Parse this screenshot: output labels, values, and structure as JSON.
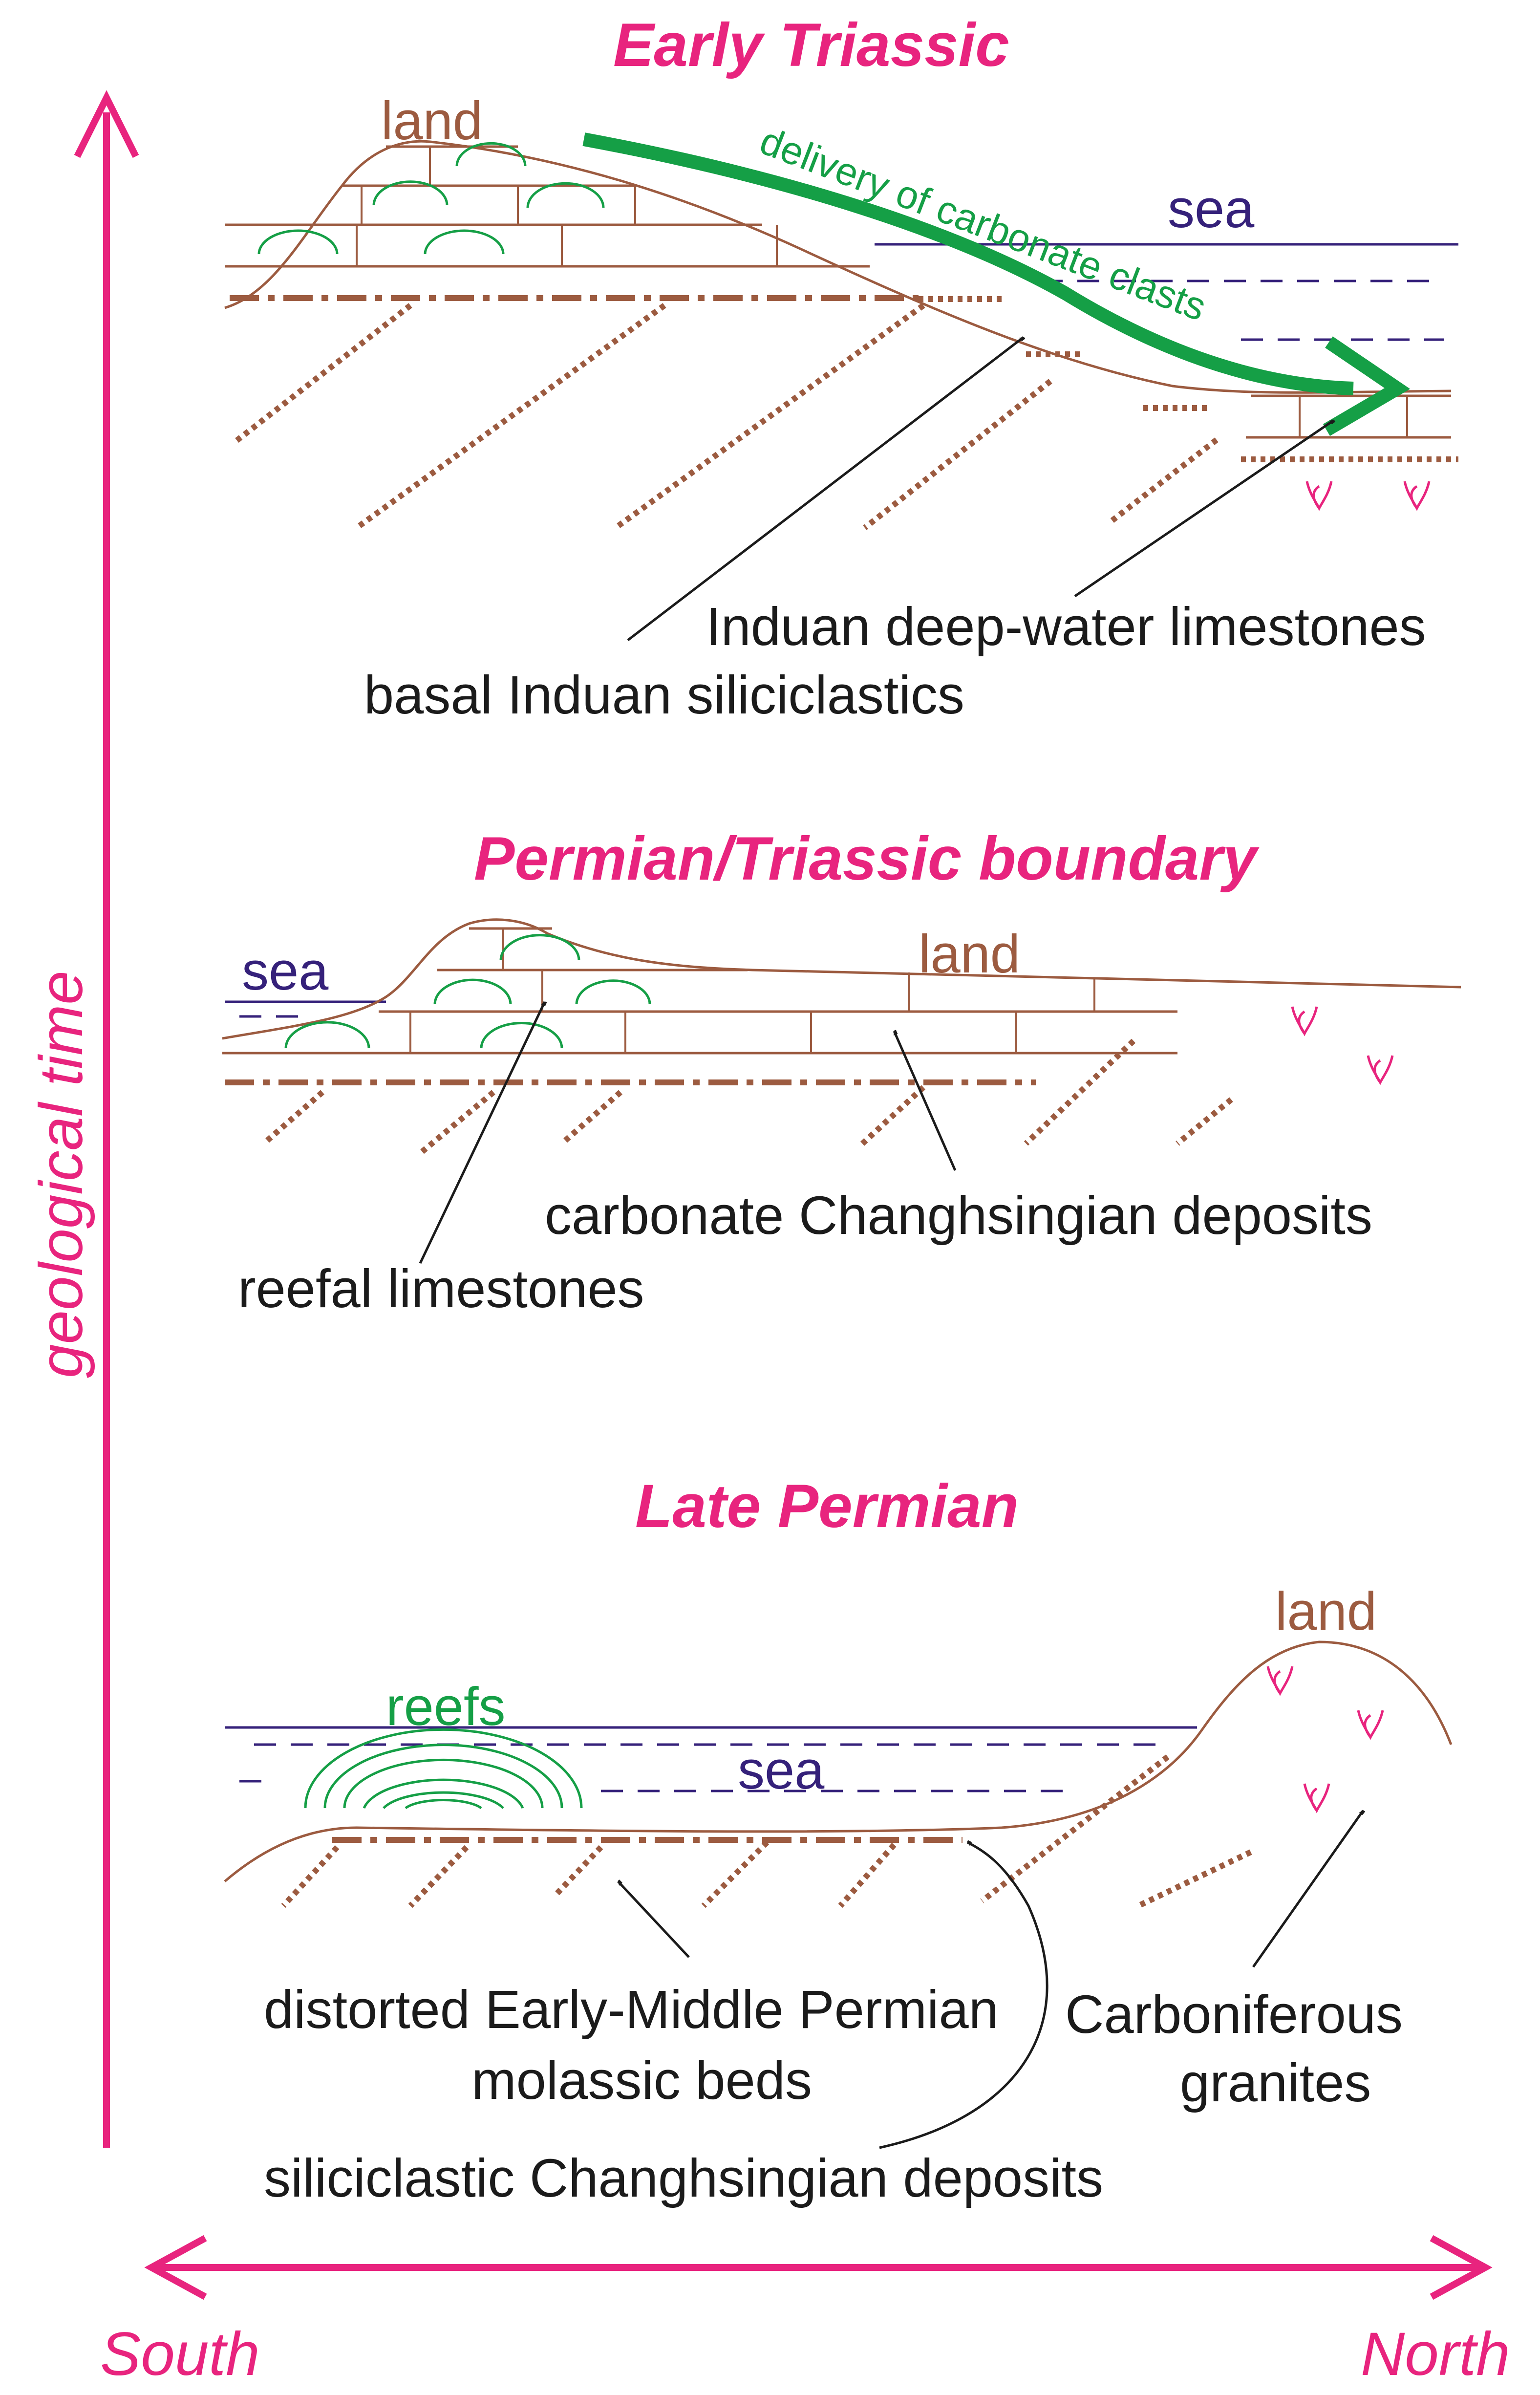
{
  "titles": {
    "early_triassic": "Early Triassic",
    "pt_boundary": "Permian/Triassic boundary",
    "late_permian": "Late Permian"
  },
  "axes": {
    "vertical": "geological time",
    "south": "South",
    "north": "North"
  },
  "early_triassic": {
    "land": "land",
    "sea": "sea",
    "delivery": "delivery of carbonate clasts",
    "deep_water": "Induan deep-water limestones",
    "siliciclastics": "basal Induan siliciclastics"
  },
  "pt_boundary": {
    "sea": "sea",
    "land": "land",
    "carbonate": "carbonate Changhsingian deposits",
    "reefal": "reefal limestones"
  },
  "late_permian": {
    "reefs": "reefs",
    "sea": "sea",
    "land": "land",
    "molassic_1": "distorted Early-Middle Permian",
    "molassic_2": "molassic beds",
    "granites_1": "Carboniferous",
    "granites_2": "granites",
    "siliciclastic": "siliciclastic Changhsingian deposits"
  },
  "colors": {
    "magenta": "#e8247e",
    "brown": "#9c5b40",
    "navy": "#35217a",
    "green": "#159f46",
    "text": "#1b1b1b"
  }
}
